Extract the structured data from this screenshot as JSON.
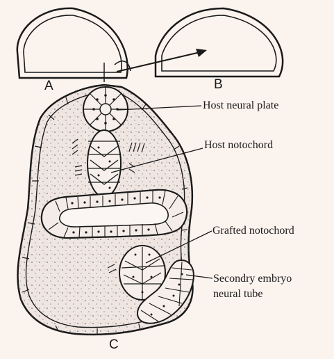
{
  "labels": {
    "panel_a": "A",
    "panel_b": "B",
    "panel_c": "C"
  },
  "callouts": {
    "host_neural_plate": "Host neural plate",
    "host_notochord": "Host notochord",
    "grafted_notochord": "Grafted notochord",
    "secondary_line1": "Secondry embryo",
    "secondary_line2": "neural tube"
  }
}
